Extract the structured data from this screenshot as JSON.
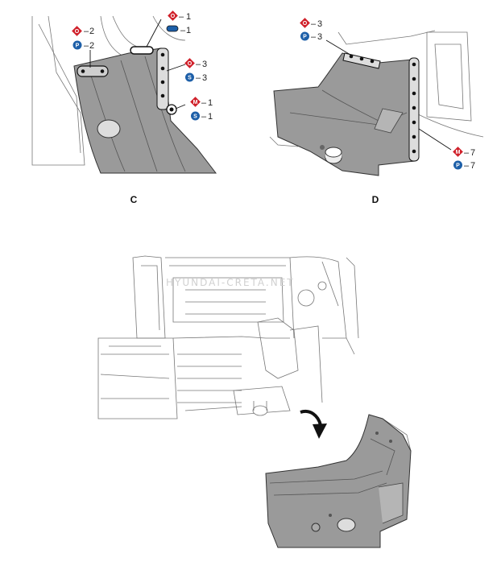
{
  "views": {
    "c_label": "C",
    "d_label": "D"
  },
  "callouts_c": [
    {
      "symbol": "O",
      "shape": "diamond",
      "color": "#d0202a",
      "value": "2"
    },
    {
      "symbol": "P",
      "shape": "circle",
      "color": "#1d5fa8",
      "value": "2"
    },
    {
      "symbol": "O",
      "shape": "diamond",
      "color": "#d0202a",
      "value": "1"
    },
    {
      "symbol": "",
      "shape": "pill",
      "color": "#1d5fa8",
      "value": "1"
    },
    {
      "symbol": "O",
      "shape": "diamond",
      "color": "#d0202a",
      "value": "3"
    },
    {
      "symbol": "S",
      "shape": "circle",
      "color": "#1d5fa8",
      "value": "3"
    },
    {
      "symbol": "M",
      "shape": "diamond",
      "color": "#d0202a",
      "value": "1"
    },
    {
      "symbol": "S",
      "shape": "circle",
      "color": "#1d5fa8",
      "value": "1"
    }
  ],
  "callouts_d": [
    {
      "symbol": "O",
      "shape": "diamond",
      "color": "#d0202a",
      "value": "3"
    },
    {
      "symbol": "P",
      "shape": "circle",
      "color": "#1d5fa8",
      "value": "3"
    },
    {
      "symbol": "M",
      "shape": "diamond",
      "color": "#d0202a",
      "value": "7"
    },
    {
      "symbol": "P",
      "shape": "circle",
      "color": "#1d5fa8",
      "value": "7"
    }
  ],
  "watermark": "HYUNDAI-CRETA.NET",
  "colors": {
    "red_symbol": "#d0202a",
    "blue_symbol": "#1d5fa8",
    "panel_fill": "#9a9a9a",
    "line_art": "#777777"
  }
}
